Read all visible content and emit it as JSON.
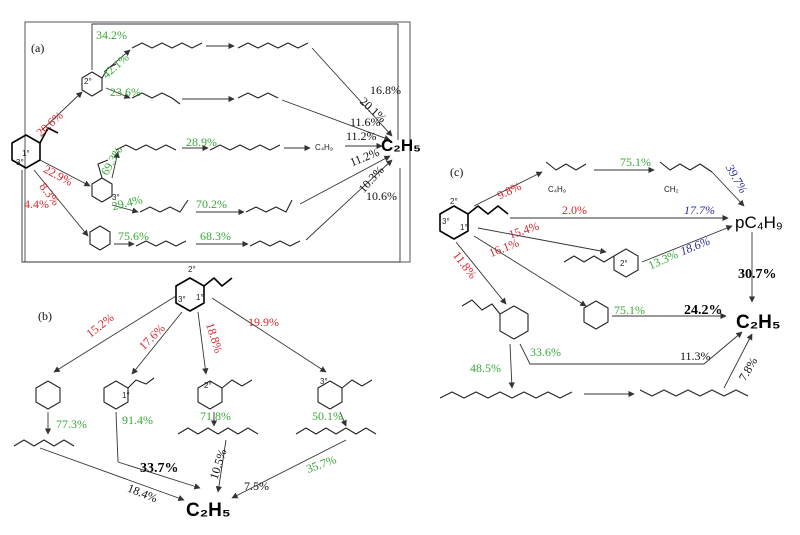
{
  "panels": {
    "a": "(a)",
    "b": "(b)",
    "c": "(c)"
  },
  "colors": {
    "red": "#d8252a",
    "green": "#3aa83a",
    "blue": "#2b2ba0",
    "black": "#111111"
  },
  "a": {
    "r1": "20.6%",
    "r2": "22.9%",
    "r3": "8.3%",
    "r4": "4.4%",
    "g1": "34.2%",
    "g2": "42.1%",
    "g3": "23.6%",
    "g4": "69.3%",
    "g5": "28.9%",
    "g6": "29.4%",
    "g7": "70.2%",
    "g8": "75.6%",
    "g9": "68.3%",
    "k1": "16.8%",
    "k2": "20.1%",
    "k3": "11.6%",
    "k4": "11.2%",
    "k5": "11.2%",
    "k6": "10.3%",
    "k7": "10.6%",
    "c4h9": "C₄H₉",
    "product": "C₂H₅",
    "pos1": "1°",
    "pos2": "2°",
    "pos3": "3°"
  },
  "b": {
    "r1": "15.2%",
    "r2": "17.6%",
    "r3": "18.8%",
    "r4": "19.9%",
    "g1": "77.3%",
    "g2": "91.4%",
    "g3": "71.8%",
    "g4": "50.1%",
    "g5": "35.7%",
    "k1": "33.7%",
    "k2": "10.5%",
    "k3": "7.5%",
    "k4": "18.4%",
    "product": "C₂H₅",
    "pos1": "1°",
    "pos2": "2°",
    "pos3": "3°"
  },
  "c": {
    "r1": "9.8%",
    "r2": "2.0%",
    "r3": "15.4%",
    "r4": "16.1%",
    "r5": "11.8%",
    "g1": "75.1%",
    "g2": "13.3%",
    "g3": "75.1%",
    "g4": "48.5%",
    "g5": "33.6%",
    "bl1": "39.7%",
    "bl2": "17.7%",
    "bl3": "18.6%",
    "k1": "30.7%",
    "k2": "24.2%",
    "k3": "11.3%",
    "k4": "7.8%",
    "c4h9": "C₄H₉",
    "ch2": "CH₂",
    "pc4h9": "pC₄H₉",
    "product": "C₂H₅",
    "pos1": "1°",
    "pos2": "2°",
    "pos3": "3°"
  }
}
